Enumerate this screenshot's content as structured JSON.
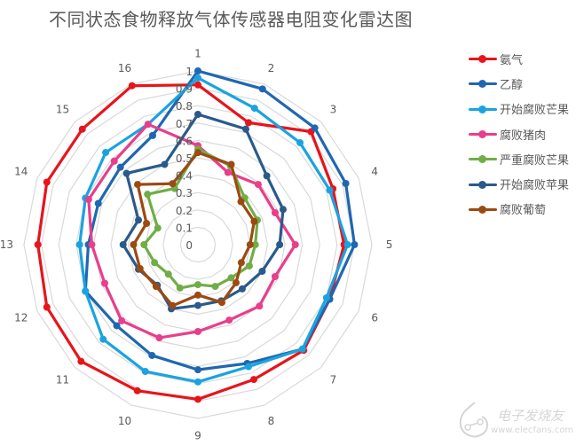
{
  "chart_data": {
    "type": "radar",
    "title": "不同状态食物释放气体传感器电阻变化雷达图",
    "categories": [
      "1",
      "2",
      "3",
      "4",
      "5",
      "6",
      "7",
      "8",
      "9",
      "10",
      "11",
      "12",
      "13",
      "14",
      "15",
      "16"
    ],
    "radial_ticks": [
      "0",
      "0.1",
      "0.2",
      "0.3",
      "0.4",
      "0.5",
      "0.6",
      "0.7",
      "0.8",
      "0.9",
      "1"
    ],
    "rmin": 0,
    "rmax": 1,
    "grid": true,
    "legend_position": "right",
    "series": [
      {
        "name": "氨气",
        "color": "#e8141b",
        "values": [
          0.92,
          0.76,
          0.92,
          0.84,
          0.84,
          0.82,
          0.86,
          0.84,
          0.89,
          0.91,
          0.95,
          0.94,
          0.92,
          0.94,
          0.94,
          0.99
        ]
      },
      {
        "name": "乙醇",
        "color": "#1f67b1",
        "values": [
          1.0,
          0.97,
          0.95,
          0.92,
          0.9,
          0.82,
          0.85,
          0.74,
          0.72,
          0.69,
          0.66,
          0.7,
          0.63,
          0.62,
          0.63,
          0.68
        ]
      },
      {
        "name": "开始腐败芒果",
        "color": "#1aa3e0",
        "values": [
          0.96,
          0.85,
          0.83,
          0.82,
          0.86,
          0.8,
          0.85,
          0.76,
          0.79,
          0.79,
          0.77,
          0.7,
          0.68,
          0.7,
          0.75,
          0.75
        ]
      },
      {
        "name": "腐败猪肉",
        "color": "#e83e8c",
        "values": [
          0.57,
          0.45,
          0.49,
          0.48,
          0.56,
          0.48,
          0.5,
          0.47,
          0.5,
          0.58,
          0.62,
          0.58,
          0.61,
          0.68,
          0.68,
          0.75
        ]
      },
      {
        "name": "严重腐败芒果",
        "color": "#70ad47",
        "values": [
          0.55,
          0.49,
          0.38,
          0.37,
          0.33,
          0.32,
          0.27,
          0.26,
          0.23,
          0.27,
          0.24,
          0.27,
          0.31,
          0.25,
          0.41,
          0.35
        ]
      },
      {
        "name": "开始腐败苹果",
        "color": "#2a5a8c",
        "values": [
          0.75,
          0.72,
          0.56,
          0.53,
          0.47,
          0.4,
          0.36,
          0.35,
          0.35,
          0.4,
          0.33,
          0.37,
          0.43,
          0.37,
          0.58,
          0.5
        ]
      },
      {
        "name": "腐败葡萄",
        "color": "#9c4a12",
        "values": [
          0.53,
          0.5,
          0.35,
          0.35,
          0.3,
          0.27,
          0.31,
          0.36,
          0.29,
          0.38,
          0.34,
          0.36,
          0.37,
          0.32,
          0.49,
          0.38
        ]
      }
    ]
  },
  "legend": {
    "items": [
      {
        "label": "氨气",
        "color": "#e8141b"
      },
      {
        "label": "乙醇",
        "color": "#1f67b1"
      },
      {
        "label": "开始腐败芒果",
        "color": "#1aa3e0"
      },
      {
        "label": "腐败猪肉",
        "color": "#e83e8c"
      },
      {
        "label": "严重腐败芒果",
        "color": "#70ad47"
      },
      {
        "label": "开始腐败苹果",
        "color": "#2a5a8c"
      },
      {
        "label": "腐败葡萄",
        "color": "#9c4a12"
      }
    ]
  },
  "watermark": {
    "brand": "电子发烧友",
    "url": "www.elecfans.com"
  }
}
